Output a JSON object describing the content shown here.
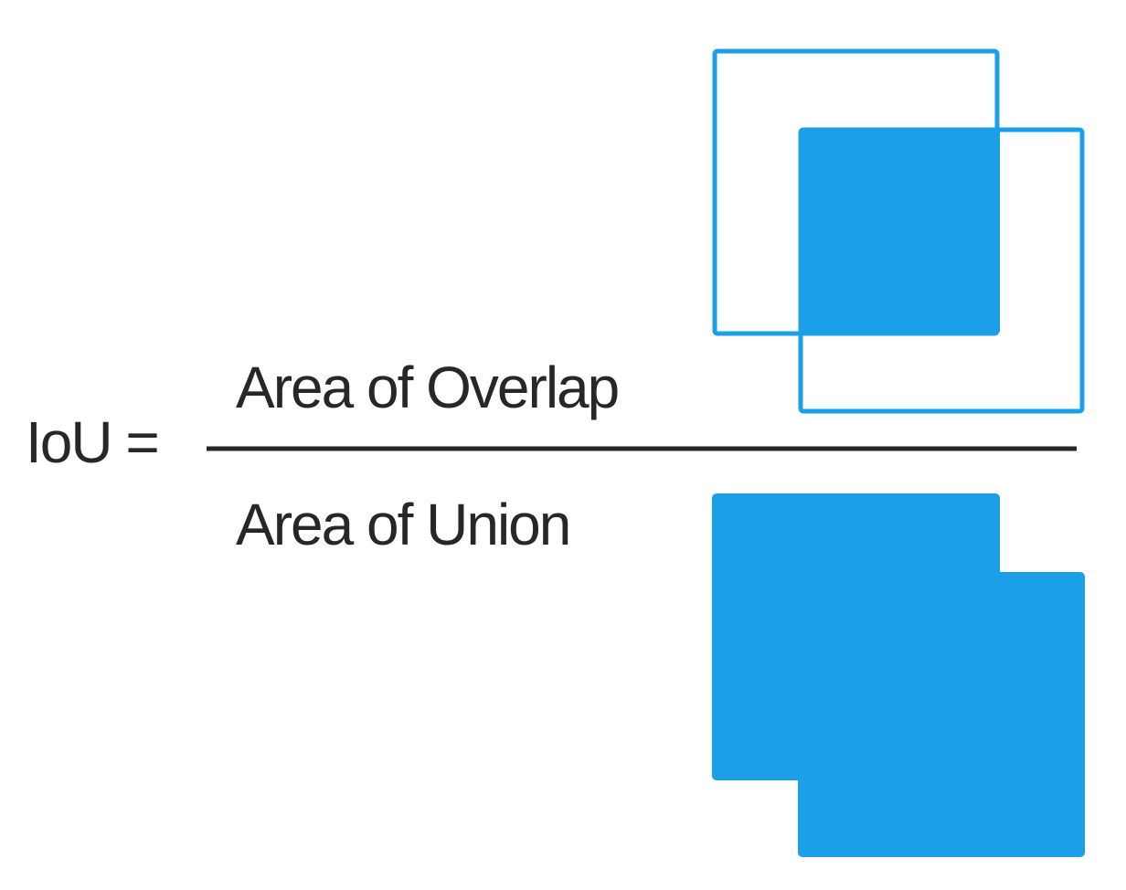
{
  "formula": {
    "lhs": "IoU =",
    "numerator": "Area of Overlap",
    "denominator": "Area of Union"
  },
  "colors": {
    "box": "#1ba0e8",
    "text": "#26262b",
    "fraction_bar": "#26262b",
    "background": "#ffffff"
  },
  "illustrations": {
    "numerator": "two-overlapping-box-outlines-with-filled-intersection",
    "denominator": "filled-union-of-two-boxes"
  }
}
